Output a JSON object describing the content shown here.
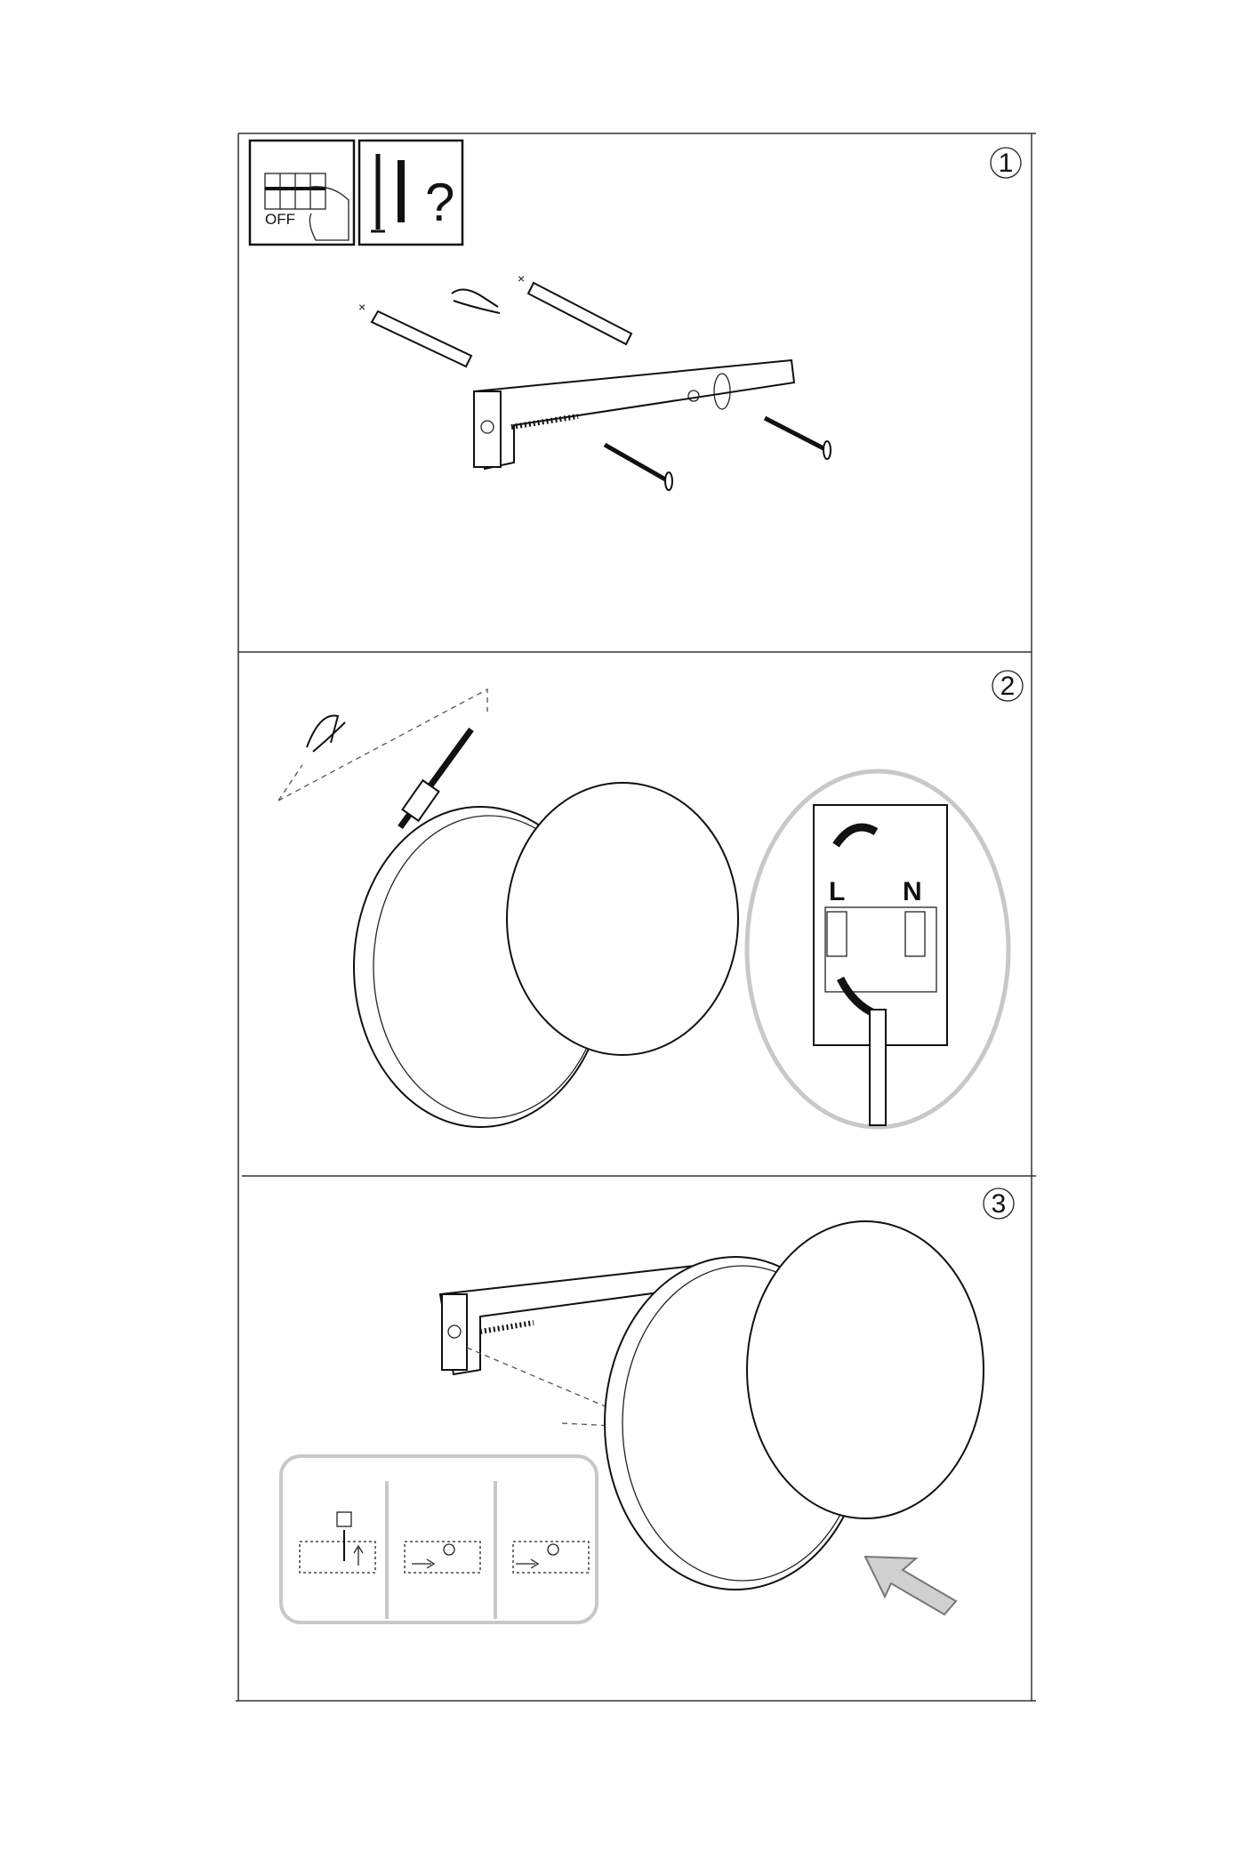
{
  "steps": [
    {
      "number": "1",
      "icons": {
        "power_label": "OFF",
        "hardware_question": "?"
      }
    },
    {
      "number": "2",
      "terminal_labels": {
        "live": "L",
        "neutral": "N"
      }
    },
    {
      "number": "3"
    }
  ],
  "colors": {
    "line": "#111111",
    "inset_border": "#c8c8c8",
    "arrow_fill": "#d0d0d0"
  }
}
